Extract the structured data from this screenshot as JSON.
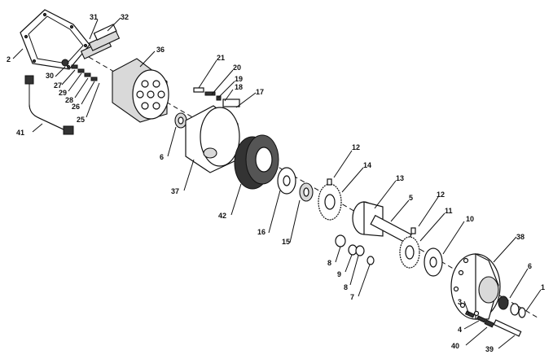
{
  "callouts": [
    {
      "id": "c1",
      "label": "1"
    },
    {
      "id": "c2",
      "label": "2"
    },
    {
      "id": "c3",
      "label": "3"
    },
    {
      "id": "c4",
      "label": "4"
    },
    {
      "id": "c5",
      "label": "5"
    },
    {
      "id": "c6a",
      "label": "6"
    },
    {
      "id": "c6b",
      "label": "6"
    },
    {
      "id": "c7",
      "label": "7"
    },
    {
      "id": "c8a",
      "label": "8"
    },
    {
      "id": "c8b",
      "label": "8"
    },
    {
      "id": "c9",
      "label": "9"
    },
    {
      "id": "c10",
      "label": "10"
    },
    {
      "id": "c11",
      "label": "11"
    },
    {
      "id": "c12a",
      "label": "12"
    },
    {
      "id": "c12b",
      "label": "12"
    },
    {
      "id": "c13",
      "label": "13"
    },
    {
      "id": "c14",
      "label": "14"
    },
    {
      "id": "c15",
      "label": "15"
    },
    {
      "id": "c16",
      "label": "16"
    },
    {
      "id": "c17",
      "label": "17"
    },
    {
      "id": "c18",
      "label": "18"
    },
    {
      "id": "c19",
      "label": "19"
    },
    {
      "id": "c20",
      "label": "20"
    },
    {
      "id": "c21",
      "label": "21"
    },
    {
      "id": "c25",
      "label": "25"
    },
    {
      "id": "c26",
      "label": "26"
    },
    {
      "id": "c27",
      "label": "27"
    },
    {
      "id": "c28",
      "label": "28"
    },
    {
      "id": "c29",
      "label": "29"
    },
    {
      "id": "c30",
      "label": "30"
    },
    {
      "id": "c31",
      "label": "31"
    },
    {
      "id": "c32",
      "label": "32"
    },
    {
      "id": "c36",
      "label": "36"
    },
    {
      "id": "c37",
      "label": "37"
    },
    {
      "id": "c38",
      "label": "38"
    },
    {
      "id": "c39",
      "label": "39"
    },
    {
      "id": "c40",
      "label": "40"
    },
    {
      "id": "c41",
      "label": "41"
    },
    {
      "id": "c42",
      "label": "42"
    }
  ]
}
